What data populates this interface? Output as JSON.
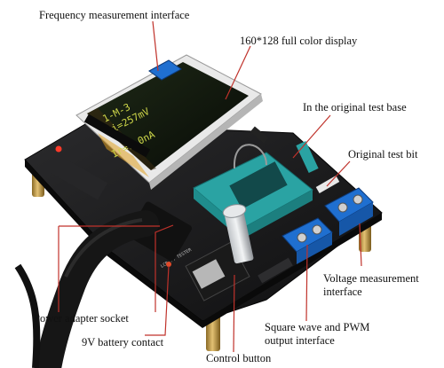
{
  "labels": {
    "frequency": "Frequency measurement interface",
    "display": "160*128 full color display",
    "test_base": "In the original test base",
    "test_bit": "Original test bit",
    "voltage_1": "Voltage measurement",
    "voltage_2": "interface",
    "pwm_1": "Square wave and PWM",
    "pwm_2": "output interface",
    "power": "Power adapter socket",
    "battery": "9V battery contact",
    "control": "Control button"
  },
  "screen_text": {
    "line1": "1-M-3",
    "line2": "Ui=257mV",
    "line3": "Ir=1.0nA"
  },
  "colors": {
    "leader_line": "#c0322b",
    "pcb": "#1c1c1e",
    "screen_bg": "#111a0e",
    "screen_text": "#cfd84a",
    "zif_socket": "#2aa3a3",
    "terminal_block": "#1f6fd0",
    "standoff": "#c9a24a"
  }
}
